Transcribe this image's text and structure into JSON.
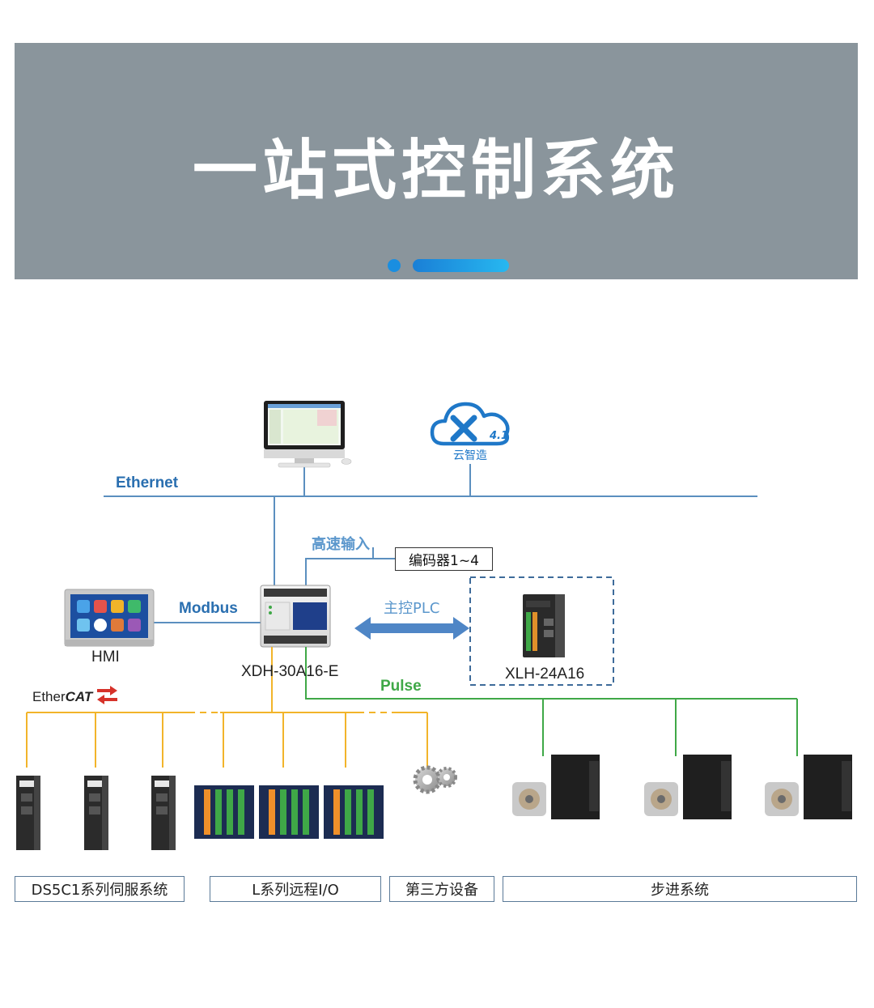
{
  "banner": {
    "title": "一站式控制系统"
  },
  "cloud": {
    "logo_text": "4.1",
    "caption": "云智造"
  },
  "labels": {
    "ethernet": "Ethernet",
    "modbus": "Modbus",
    "high_speed_input": "高速输入",
    "encoder": "编码器1~4",
    "master_plc": "主控PLC",
    "pulse": "Pulse",
    "hmi": "HMI",
    "main_plc_model": "XDH-30A16-E",
    "remote_plc_model": "XLH-24A16",
    "ethercat_prefix": "Ether",
    "ethercat_suffix": "CAT"
  },
  "groups": [
    {
      "label": "DS5C1系列伺服系统"
    },
    {
      "label": "L系列远程I/O"
    },
    {
      "label": "第三方设备"
    },
    {
      "label": "步进系统"
    }
  ],
  "colors": {
    "banner_bg": "#8a959c",
    "ethernet_line": "#5b8fbf",
    "ethercat_line": "#f2b42a",
    "pulse_line": "#3fa847",
    "accent_blue": "#1a8ee0"
  }
}
